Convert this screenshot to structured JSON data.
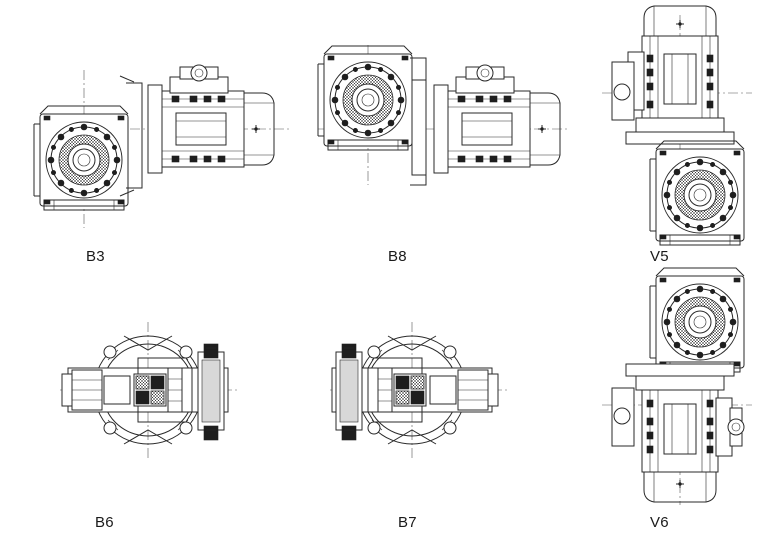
{
  "positions": [
    {
      "key": "b3",
      "label": "B3"
    },
    {
      "key": "b8",
      "label": "B8"
    },
    {
      "key": "v5",
      "label": "V5"
    },
    {
      "key": "b6",
      "label": "B6"
    },
    {
      "key": "b7",
      "label": "B7"
    },
    {
      "key": "v6",
      "label": "V6"
    }
  ]
}
